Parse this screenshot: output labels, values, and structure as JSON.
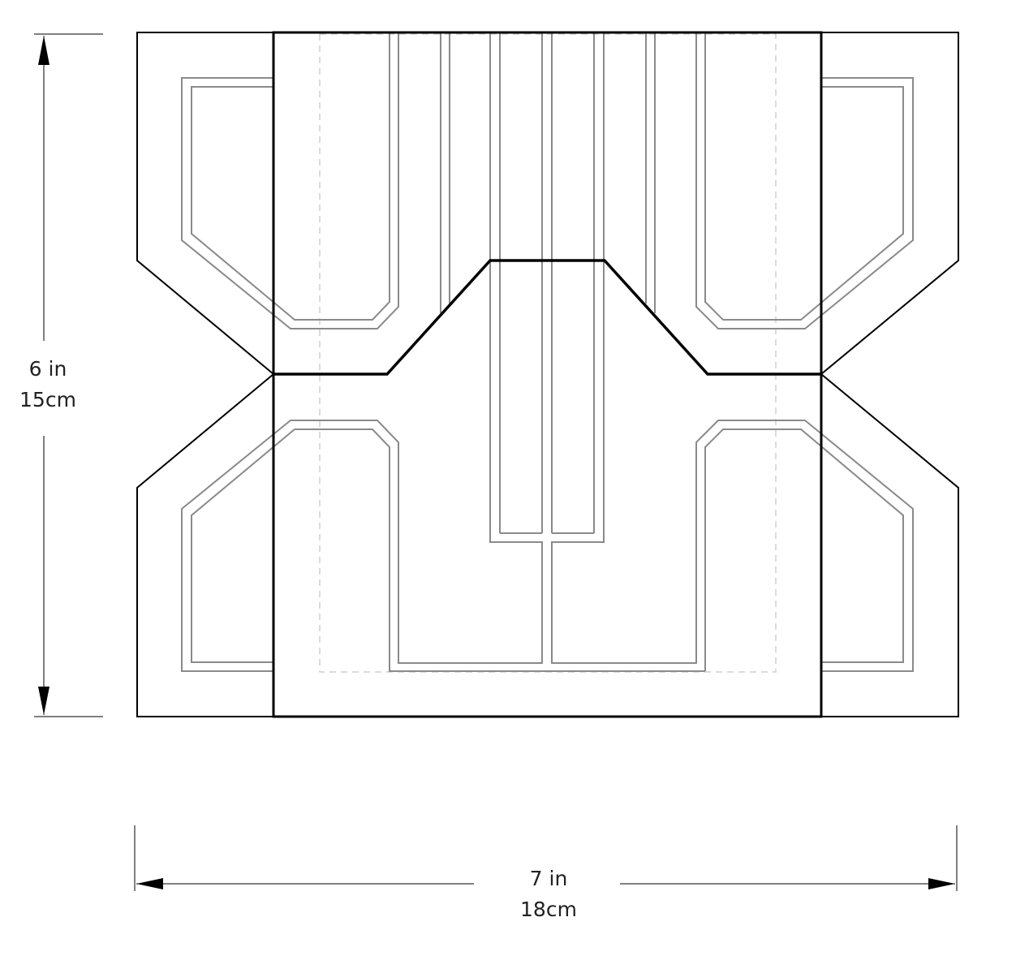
{
  "dimensions": {
    "height": {
      "imperial": "6 in",
      "metric": "15cm"
    },
    "width": {
      "imperial": "7 in",
      "metric": "18cm"
    }
  },
  "colors": {
    "outline": "#000000",
    "fold_line": "#8a8a8a",
    "hidden_edge": "#cfcfcf",
    "text": "#222222"
  }
}
